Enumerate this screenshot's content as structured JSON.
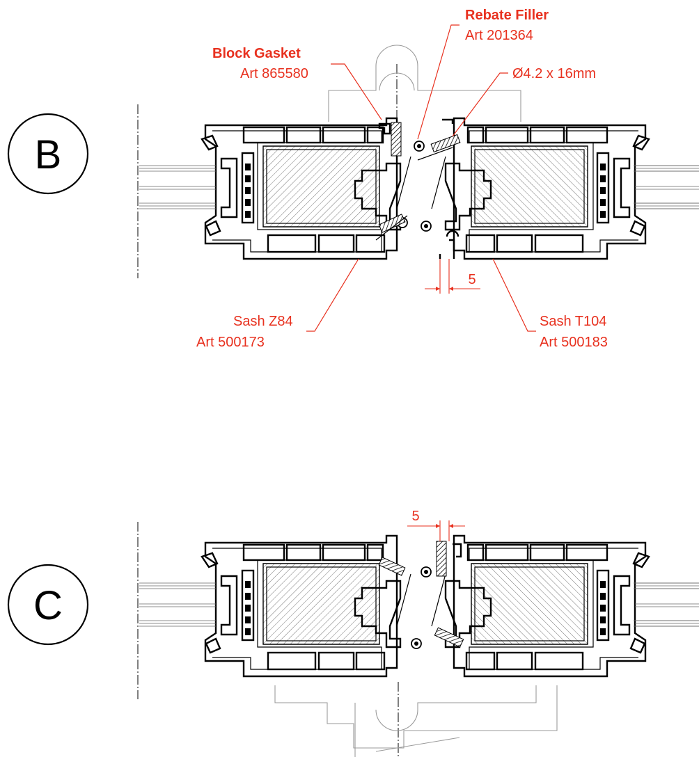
{
  "sections": [
    {
      "id": "B",
      "letter": "B",
      "gap_dimension": "5",
      "labels": {
        "block_gasket": "Block Gasket",
        "block_gasket_art": "Art 865580",
        "rebate_filler": "Rebate Filler",
        "rebate_filler_art": "Art 201364",
        "screw": "Ø4.2 x 16mm",
        "sash_left": "Sash Z84",
        "sash_left_art": "Art 500173",
        "sash_right": "Sash T104",
        "sash_right_art": "Art 500183"
      }
    },
    {
      "id": "C",
      "letter": "C",
      "gap_dimension": "5"
    }
  ],
  "colors": {
    "annotation": "#e8311f",
    "linework": "#000000",
    "background": "#ffffff"
  }
}
